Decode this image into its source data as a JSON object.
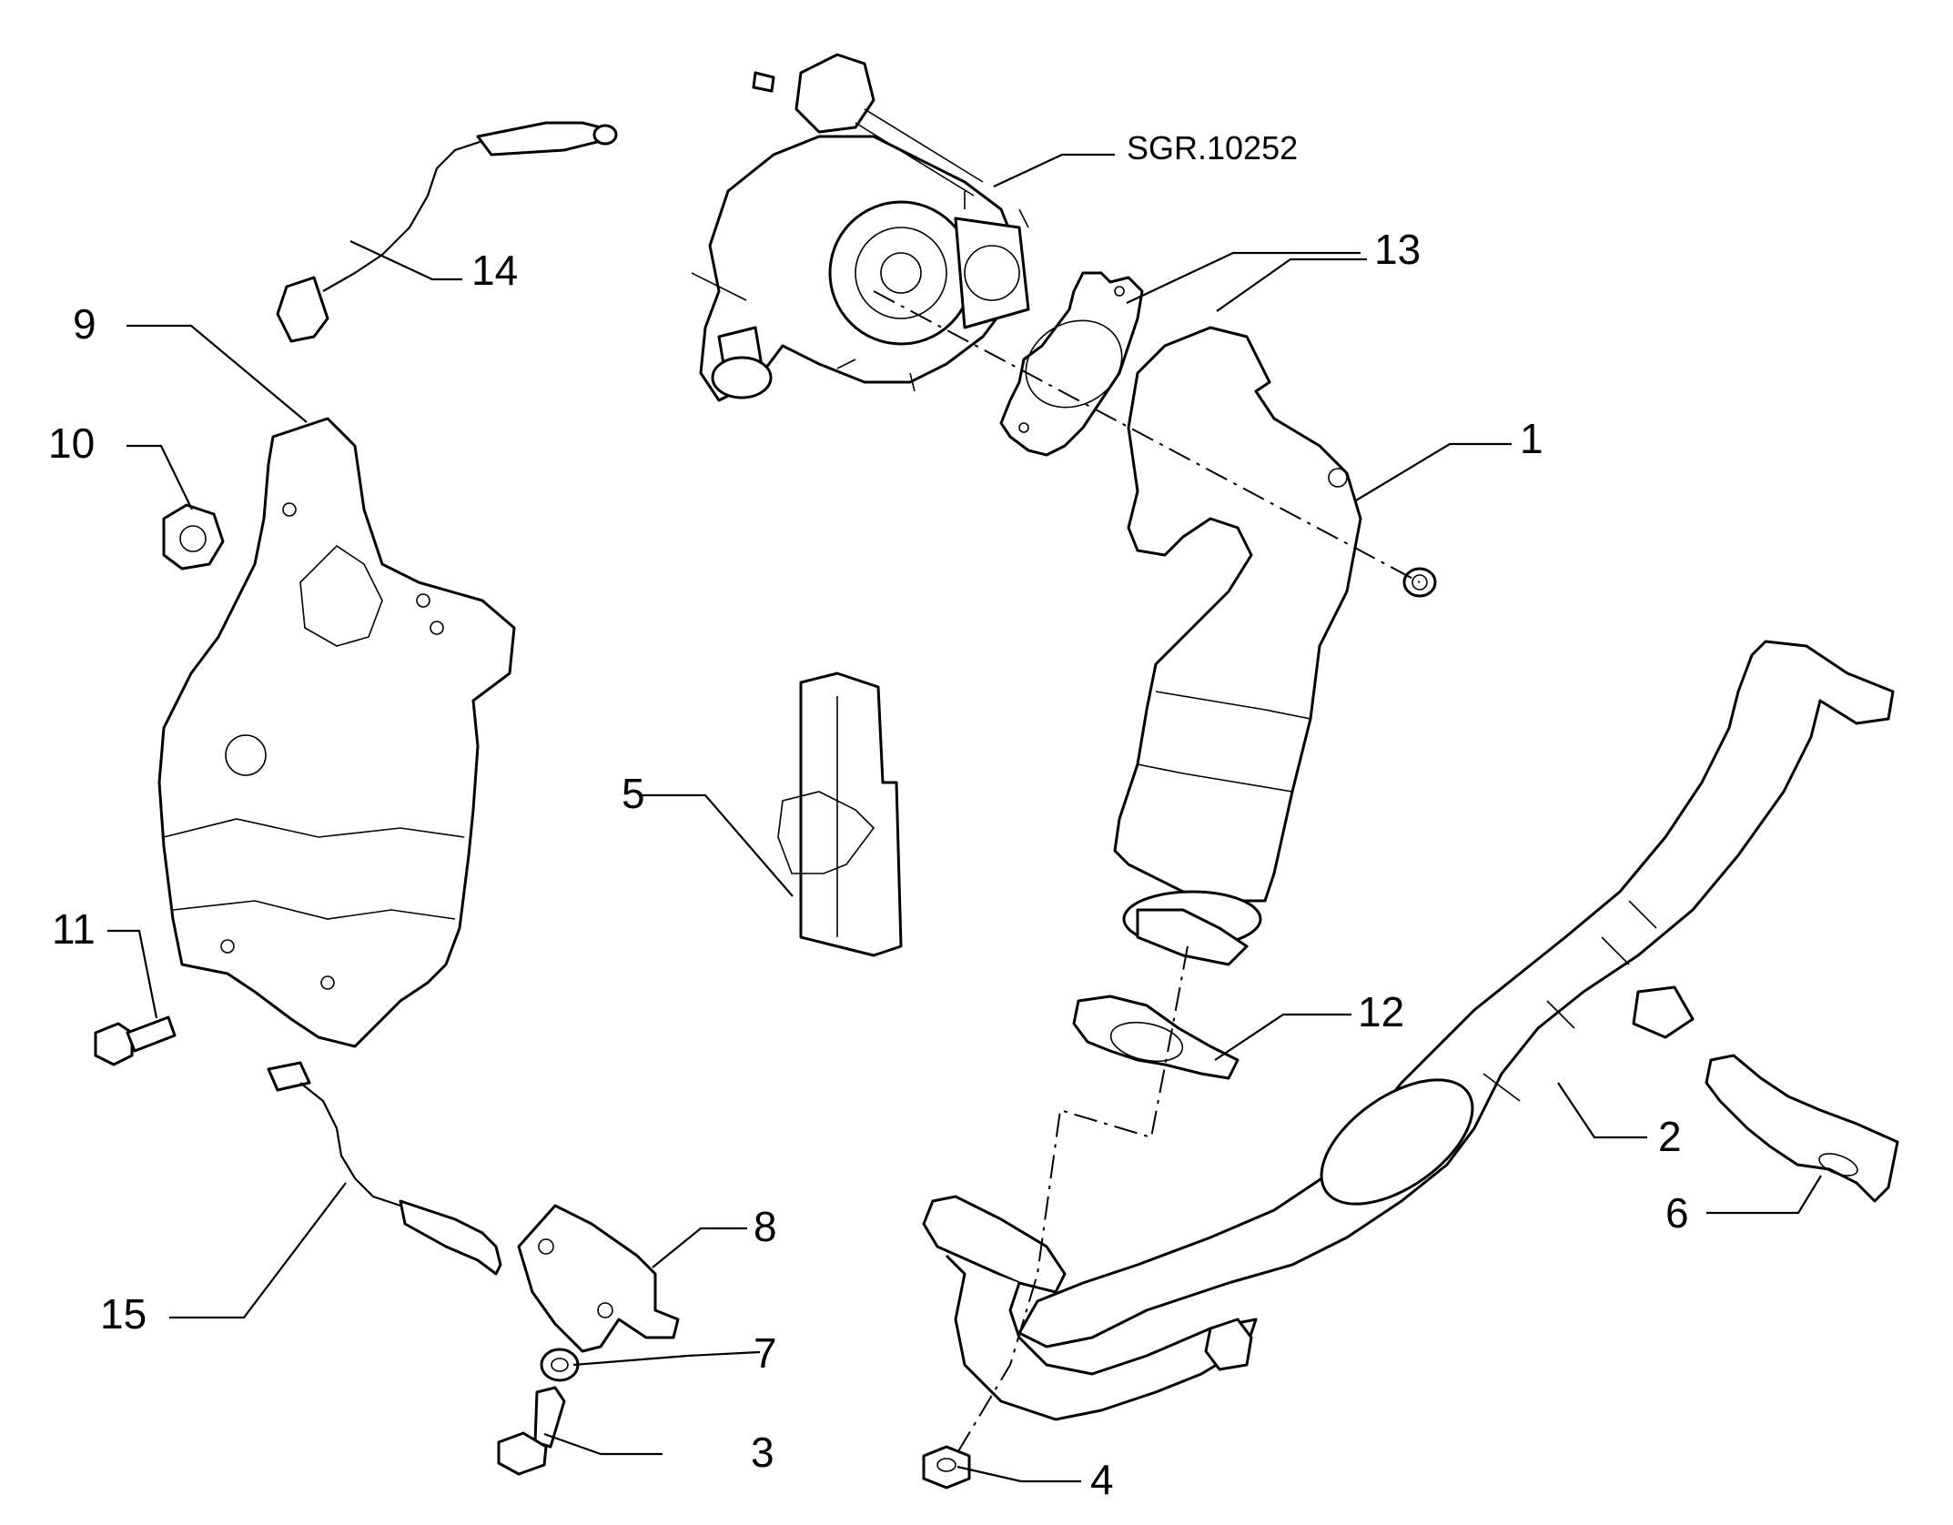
{
  "reference_label": "SGR.10252",
  "callouts": [
    {
      "id": "1",
      "text": "1"
    },
    {
      "id": "2",
      "text": "2"
    },
    {
      "id": "3",
      "text": "3"
    },
    {
      "id": "4",
      "text": "4"
    },
    {
      "id": "5",
      "text": "5"
    },
    {
      "id": "6",
      "text": "6"
    },
    {
      "id": "7",
      "text": "7"
    },
    {
      "id": "8",
      "text": "8"
    },
    {
      "id": "9",
      "text": "9"
    },
    {
      "id": "10",
      "text": "10"
    },
    {
      "id": "11",
      "text": "11"
    },
    {
      "id": "12",
      "text": "12"
    },
    {
      "id": "13",
      "text": "13"
    },
    {
      "id": "14",
      "text": "14"
    },
    {
      "id": "15",
      "text": "15"
    }
  ]
}
